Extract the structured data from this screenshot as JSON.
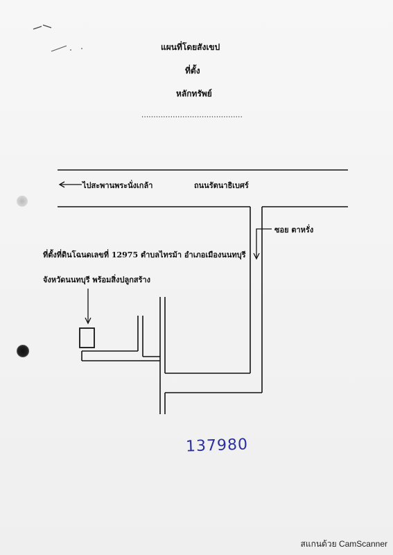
{
  "header": {
    "title": "แผนที่โดยสังเขป",
    "location_label": "ที่ตั้ง",
    "collateral_label": "หลักทรัพย์",
    "dotted_line": "............................................................"
  },
  "map": {
    "to_bridge_label": "ไปสะพานพระนั่งเกล้า",
    "road_name": "ถนนรัตนาธิเบศร์",
    "soi_name": "ซอย ตาหรั่ง",
    "parcel_line1": "ที่ตั้งที่ดินโฉนดเลขที่ 12975 ตำบลไทรม้า อำเภอเมืองนนทบุรี",
    "parcel_line2": "จังหวัดนนทบุรี พร้อมสิ่งปลูกสร้าง"
  },
  "handwritten_number": "137980",
  "watermark": "สแกนด้วย CamScanner"
}
